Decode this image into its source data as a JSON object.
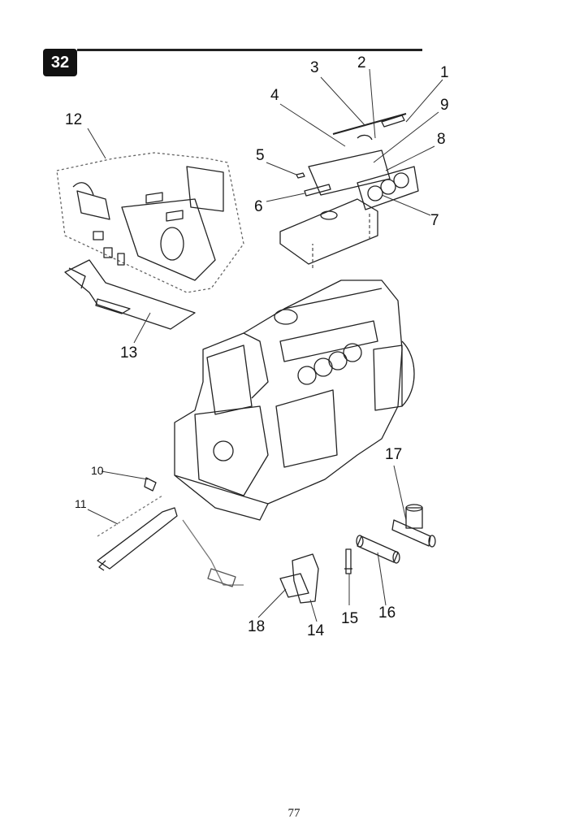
{
  "figure_number": "32",
  "callouts": [
    "1",
    "2",
    "3",
    "4",
    "5",
    "6",
    "7",
    "8",
    "9",
    "10",
    "11",
    "12",
    "13",
    "14",
    "15",
    "16",
    "17",
    "18"
  ],
  "page_number": "77"
}
